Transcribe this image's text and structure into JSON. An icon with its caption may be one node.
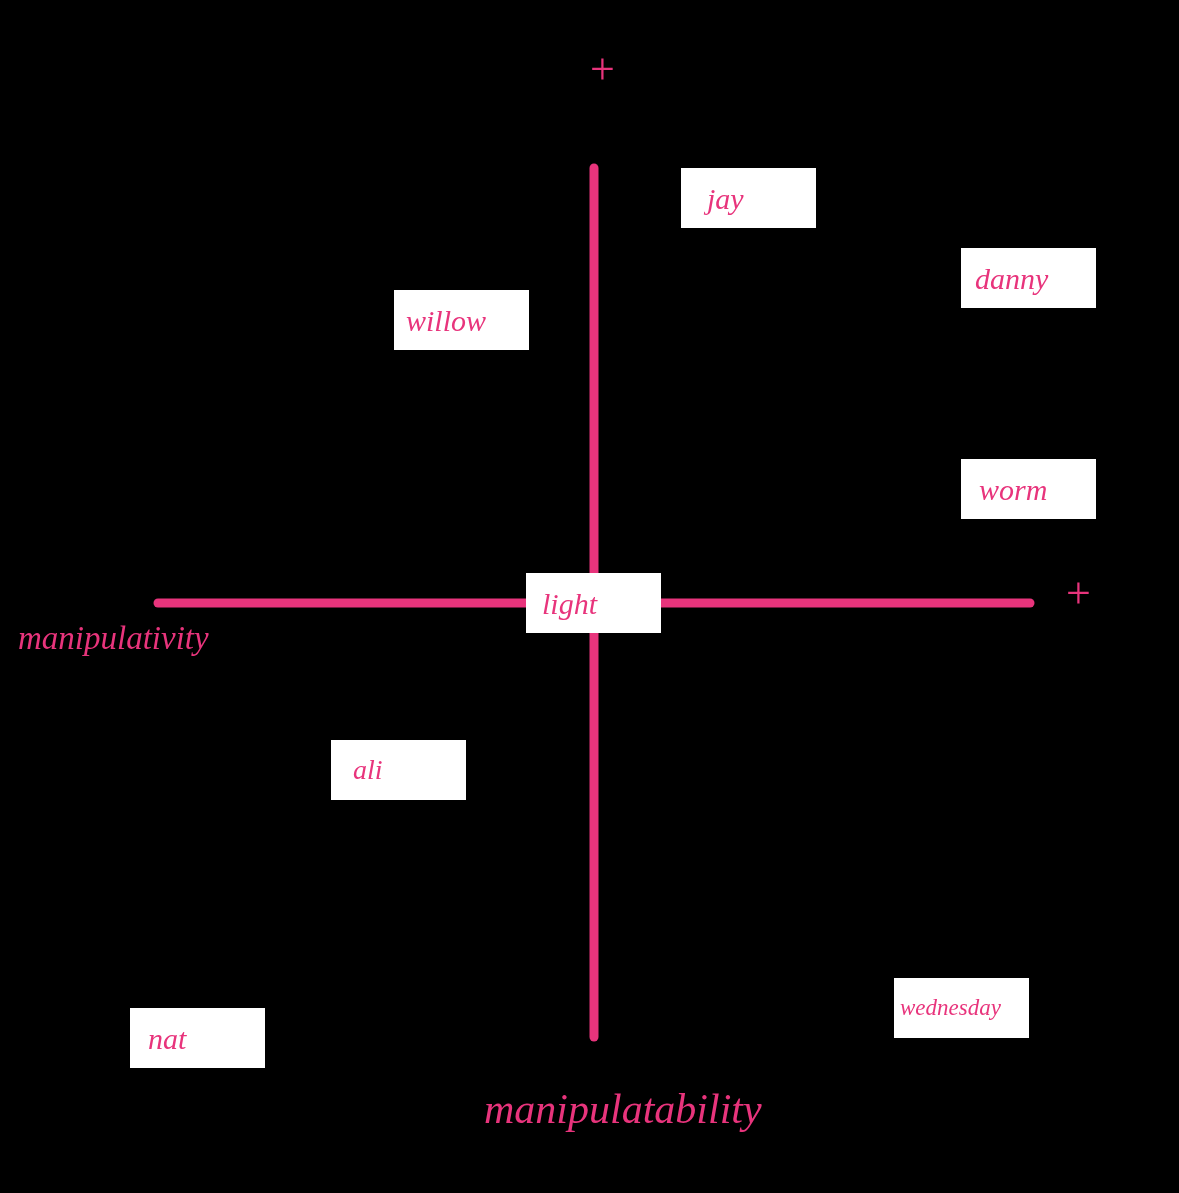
{
  "diagram": {
    "nodes": [
      {
        "text": [
          "jay"
        ]
      },
      {
        "text": [
          "danny"
        ]
      },
      {
        "text": [
          "willow"
        ]
      },
      {
        "text": [
          "worm"
        ]
      },
      {
        "text": [
          "light"
        ]
      },
      {
        "text": [
          "ali"
        ]
      },
      {
        "text": [
          "wednesday"
        ]
      },
      {
        "text": [
          "nat"
        ]
      }
    ],
    "labels": [
      "+",
      "+",
      "manipulativity",
      "manipulatability"
    ]
  }
}
